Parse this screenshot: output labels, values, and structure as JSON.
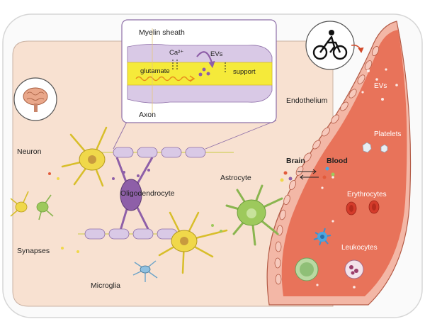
{
  "labels": {
    "myelin_sheath": "Myelin sheath",
    "calcium": "Ca²⁺",
    "evs_inset": "EVs",
    "glutamate": "glutamate",
    "support": "support",
    "axon": "Axon",
    "neuron": "Neuron",
    "oligodendrocyte": "Oligodendrocyte",
    "astrocyte": "Astrocyte",
    "synapses": "Synapses",
    "microglia": "Microglia",
    "endothelium": "Endothelium",
    "brain": "Brain",
    "blood": "Blood",
    "evs_blood": "EVs",
    "platelets": "Platelets",
    "erythrocytes": "Erythrocytes",
    "leukocytes": "Leukocytes"
  },
  "icons": [
    "brain-icon",
    "cyclist-icon"
  ],
  "colors": {
    "tissue": "#f8e1d1",
    "blood": "#e8735a",
    "vessel_wall": "#f3b7a6",
    "myelin": "#d9c9e6",
    "axon": "#f5ea3a",
    "oligodendrocyte": "#8e5fa8",
    "astrocyte": "#9dc95c",
    "neuron": "#f0d84a"
  }
}
